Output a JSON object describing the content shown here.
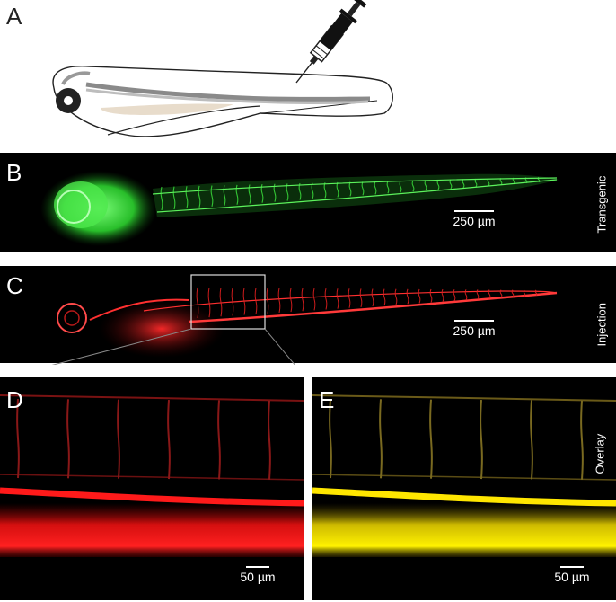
{
  "panels": {
    "a": {
      "letter": "A"
    },
    "b": {
      "letter": "B",
      "label": "Transgenic",
      "scalebar": "250 µm",
      "color": "#39ff3a"
    },
    "c": {
      "letter": "C",
      "label": "Injection",
      "scalebar": "250 µm",
      "color": "#ff1f1f"
    },
    "d": {
      "letter": "D",
      "scalebar": "50 µm",
      "color": "#ff2020"
    },
    "e": {
      "letter": "E",
      "label": "Overlay",
      "scalebar": "50 µm",
      "color": "#f5e000"
    }
  }
}
